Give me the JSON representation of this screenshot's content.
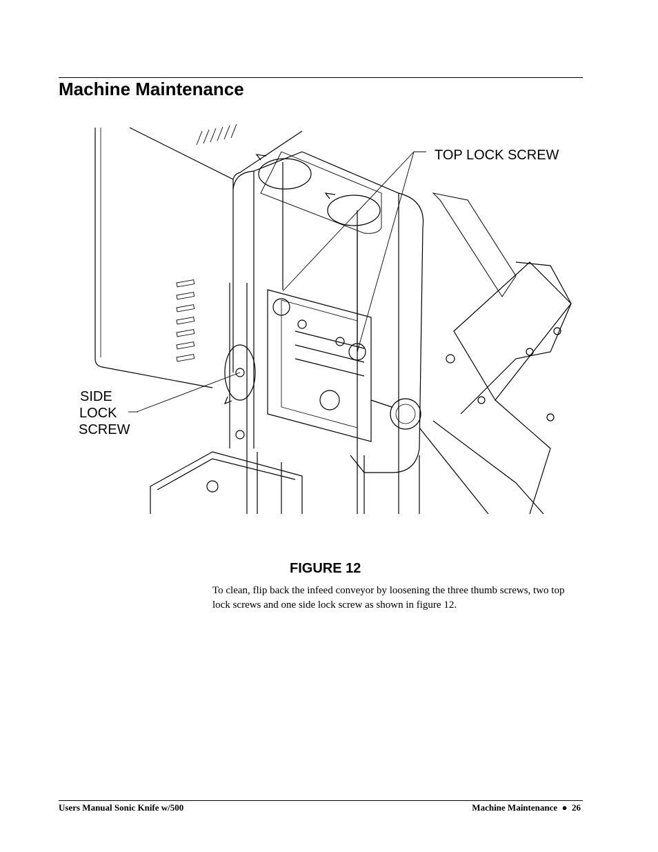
{
  "header": {
    "title": "Machine Maintenance"
  },
  "figure": {
    "label_top": "TOP LOCK SCREW",
    "label_side_1": "SIDE",
    "label_side_2": "LOCK",
    "label_side_3": "SCREW",
    "caption": "FIGURE 12"
  },
  "body": {
    "paragraph": "To clean, flip back the infeed conveyor by loosening the three thumb screws, two top lock screws and one side lock screw as shown in figure 12."
  },
  "footer": {
    "left": "Users Manual Sonic Knife w/500",
    "right": "Machine Maintenance  ●  26"
  }
}
